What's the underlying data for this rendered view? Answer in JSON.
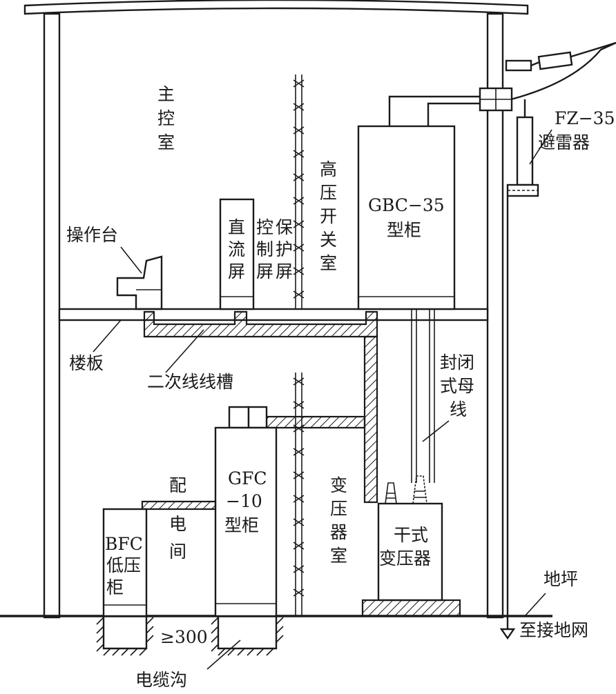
{
  "labels": {
    "main_control_room": [
      "主",
      "控",
      "室"
    ],
    "console": "操作台",
    "dc_panel": [
      "直",
      "流",
      "屏"
    ],
    "control_panel": [
      "控",
      "制",
      "屏"
    ],
    "protection_panel": [
      "保",
      "护",
      "屏"
    ],
    "hv_switch_room": [
      "高",
      "压",
      "开",
      "关",
      "室"
    ],
    "gbc_model": "GBC−35",
    "gbc_cabinet": "型柜",
    "fz_model": "FZ−35",
    "arrester": "避雷器",
    "floor_slab": "楼板",
    "secondary_trough": "二次线线槽",
    "enclosed_bus": [
      "封闭",
      "式母",
      "线"
    ],
    "gfc_model": [
      "GFC",
      "−10"
    ],
    "gfc_cabinet": "型柜",
    "distribution_room": [
      "配",
      "电",
      "间"
    ],
    "bfc_model": "BFC",
    "bfc_name": [
      "低压",
      "柜"
    ],
    "transformer_room": [
      "变",
      "压",
      "器",
      "室"
    ],
    "dry_transformer": [
      "干式",
      "变压器"
    ],
    "ground_level": "地坪",
    "to_grounding_grid": "至接地网",
    "min_spacing": "≥300",
    "cable_trench": "电缆沟"
  }
}
